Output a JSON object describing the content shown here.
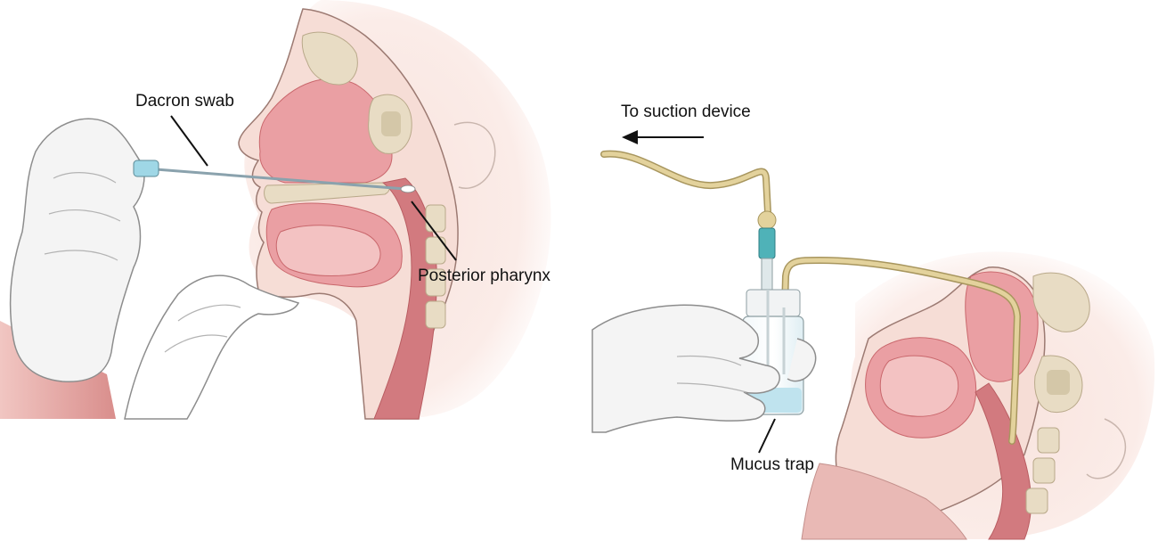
{
  "labels": {
    "dacron_swab": "Dacron swab",
    "posterior_pharynx": "Posterior pharynx",
    "to_suction_device": "To suction device",
    "mucus_trap": "Mucus trap"
  },
  "colors": {
    "skin": "#f6ddd6",
    "skin_outline": "#9c7a72",
    "soft_tissue": "#ea9fa3",
    "soft_tissue_dark": "#c9676c",
    "bone": "#e8dcc4",
    "bone_dark": "#b9a98a",
    "glove": "#f4f4f4",
    "glove_outline": "#8d8d8d",
    "tubing": "#e3d29c",
    "tubing_outline": "#a8965e",
    "connector": "#4fb2b8",
    "trap_liquid": "#bfe3ee",
    "arm": "#d9898a",
    "swab_tip": "#9fd7e6"
  },
  "icons": {
    "arrow": "left-arrow-icon"
  }
}
